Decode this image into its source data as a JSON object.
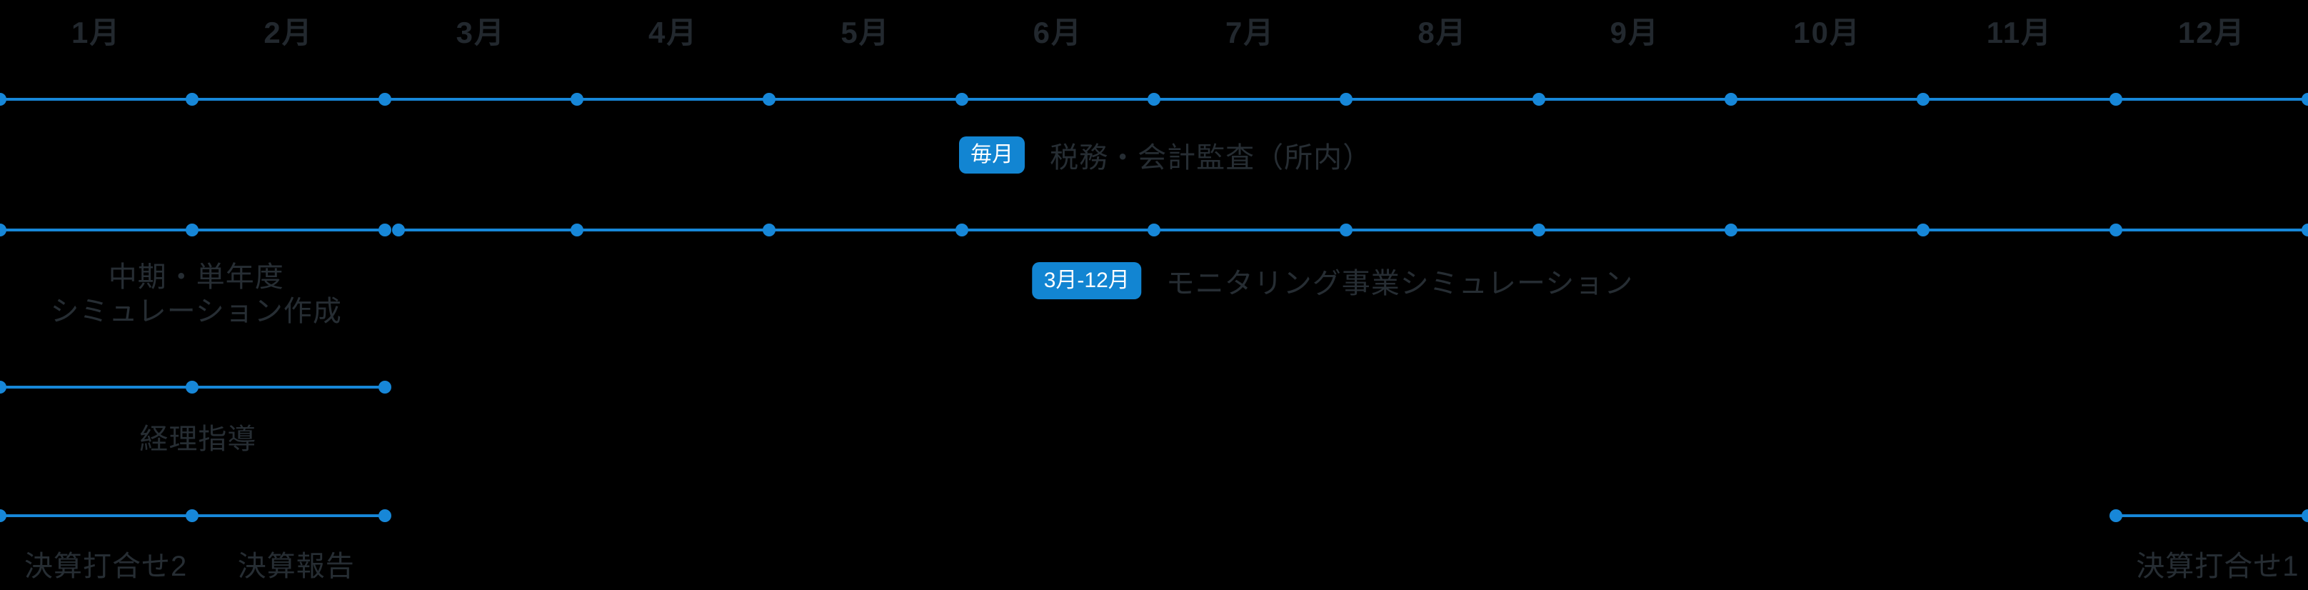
{
  "colors": {
    "background": "#000000",
    "accent": "#1787d8",
    "badge_background": "#1285d2",
    "badge_text": "#ffffff",
    "month_text": "#22282e",
    "label_text": "#262d33"
  },
  "chart_data": {
    "type": "timeline",
    "title": "",
    "x_axis": {
      "unit": "month",
      "range_months": [
        0,
        12
      ],
      "tick_labels": [
        "1月",
        "2月",
        "3月",
        "4月",
        "5月",
        "6月",
        "7月",
        "8月",
        "9月",
        "10月",
        "11月",
        "12月"
      ],
      "grid": false
    },
    "rows": [
      {
        "segments": [
          {
            "start": 0,
            "end": 12,
            "milestones": [
              0,
              1,
              2,
              3,
              4,
              5,
              6,
              7,
              8,
              9,
              10,
              11,
              12
            ],
            "labels": [
              {
                "badge": "毎月",
                "text": "税務・会計監査（所内）",
                "anchor": 6.06
              }
            ]
          }
        ]
      },
      {
        "segments": [
          {
            "start": 0,
            "end": 2,
            "milestones": [
              0,
              1,
              2
            ],
            "labels": [
              {
                "lines": [
                  "中期・単年度",
                  "シミュレーション作成"
                ],
                "anchor": 1.02
              }
            ]
          },
          {
            "start": 2.07,
            "end": 12,
            "milestones": [
              2.07,
              3,
              4,
              5,
              6,
              7,
              8,
              9,
              10,
              11,
              12
            ],
            "labels": [
              {
                "badge": "3月-12月",
                "text": "モニタリング事業シミュレーション",
                "anchor": 6.93
              }
            ]
          }
        ]
      },
      {
        "segments": [
          {
            "start": 0,
            "end": 2,
            "milestones": [
              0,
              1,
              2
            ],
            "labels": [
              {
                "text": "経理指導",
                "anchor": 1.03
              }
            ]
          }
        ]
      },
      {
        "segments": [
          {
            "start": 0,
            "end": 2,
            "milestones": [
              0,
              1,
              2
            ],
            "labels": [
              {
                "text": "決算打合せ2",
                "anchor": 0.55
              },
              {
                "text": "決算報告",
                "anchor": 1.54
              }
            ]
          },
          {
            "start": 11,
            "end": 12,
            "milestones": [
              11,
              12
            ],
            "labels": [
              {
                "text": "決算打合せ1",
                "anchor": 11.53
              }
            ]
          }
        ]
      }
    ]
  }
}
